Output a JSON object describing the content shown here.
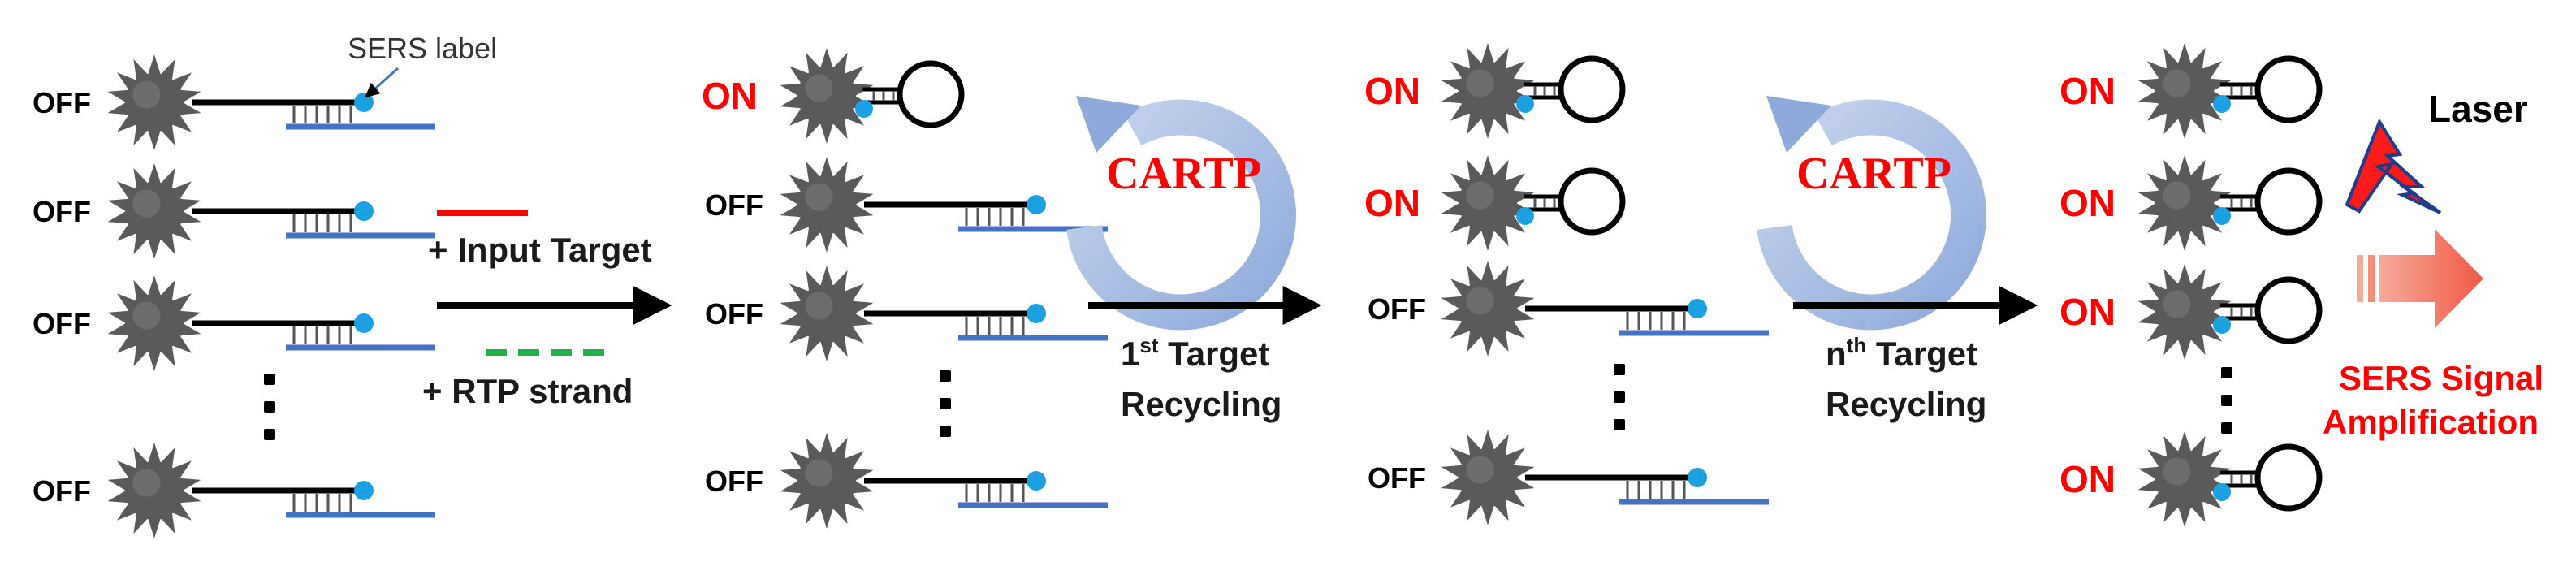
{
  "labels": {
    "off": "OFF",
    "on": "ON",
    "sers_label": "SERS label",
    "input_target": "+ Input Target",
    "rtp_strand": "+ RTP strand",
    "first_target_prefix": "1",
    "first_target_sup": "st",
    "target_word": " Target",
    "nth_target_prefix": "n",
    "nth_target_sup": "th",
    "recycling": "Recycling",
    "cartp": "CARTP",
    "laser": "Laser",
    "sers_signal": "SERS Signal",
    "amplification": "Amplification"
  },
  "colors": {
    "particle": "#5a5a5a",
    "particle_highlight": "#7a7a7a",
    "strand": "#000000",
    "complementary_strand": "#4472c4",
    "sers_dot": "#1ba1e2",
    "target_line": "#ff0000",
    "rtp_line": "#22b04b",
    "cycle_arrow": "#a9bfe3",
    "on_text": "#ff0000",
    "laser": "#ff1a1a",
    "signal_arrow": "#f2705a"
  },
  "icons": {
    "nanoparticle": "spiky-nanoparticle-icon",
    "hairpin": "hairpin-loop-icon",
    "cycle": "circular-arrow-icon",
    "laser": "lightning-bolt-icon",
    "signal": "block-arrow-icon"
  }
}
